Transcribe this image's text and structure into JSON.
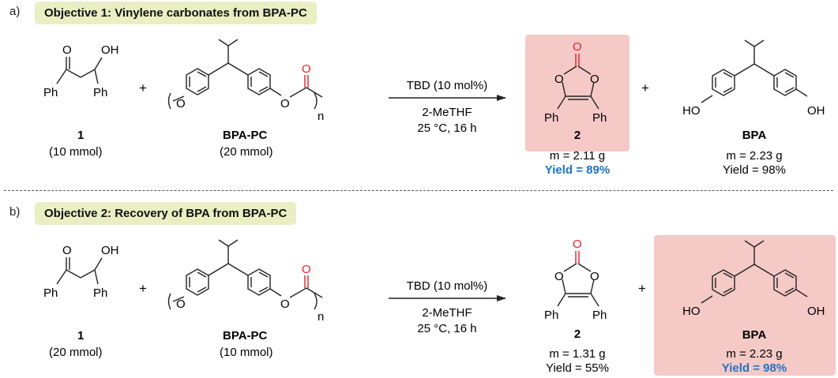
{
  "colors": {
    "objective_bg": "#e9efc3",
    "highlight_bg": "#f5c9c6",
    "carbonyl_oxygen": "#e8202a",
    "yield_highlight": "#1f73c6"
  },
  "atoms": {
    "O": "O",
    "OH": "OH",
    "HO": "HO",
    "Ph": "Ph",
    "n": "n"
  },
  "panels": [
    {
      "letter": "a)",
      "objective": "Objective 1: Vinylene carbonates from BPA-PC",
      "reagent1": {
        "id": "1",
        "amount": "(10 mmol)"
      },
      "reagent2": {
        "id": "BPA-PC",
        "amount": "(20 mmol)"
      },
      "plus": "+",
      "conditions": {
        "catalyst": "TBD (10 mol%)",
        "solvent": "2-MeTHF",
        "temp_time": "25 °C, 16 h"
      },
      "product1": {
        "id": "2",
        "mass": "m = 2.11 g",
        "yield": "Yield = 89%"
      },
      "product2": {
        "id": "BPA",
        "mass": "m = 2.23 g",
        "yield": "Yield = 98%"
      }
    },
    {
      "letter": "b)",
      "objective": "Objective 2: Recovery of BPA from BPA-PC",
      "reagent1": {
        "id": "1",
        "amount": "(20 mmol)"
      },
      "reagent2": {
        "id": "BPA-PC",
        "amount": "(10 mmol)"
      },
      "plus": "+",
      "conditions": {
        "catalyst": "TBD (10 mol%)",
        "solvent": "2-MeTHF",
        "temp_time": "25 °C, 16 h"
      },
      "product1": {
        "id": "2",
        "mass": "m = 1.31 g",
        "yield": "Yield = 55%"
      },
      "product2": {
        "id": "BPA",
        "mass": "m = 2.23 g",
        "yield": "Yield = 98%"
      }
    }
  ]
}
